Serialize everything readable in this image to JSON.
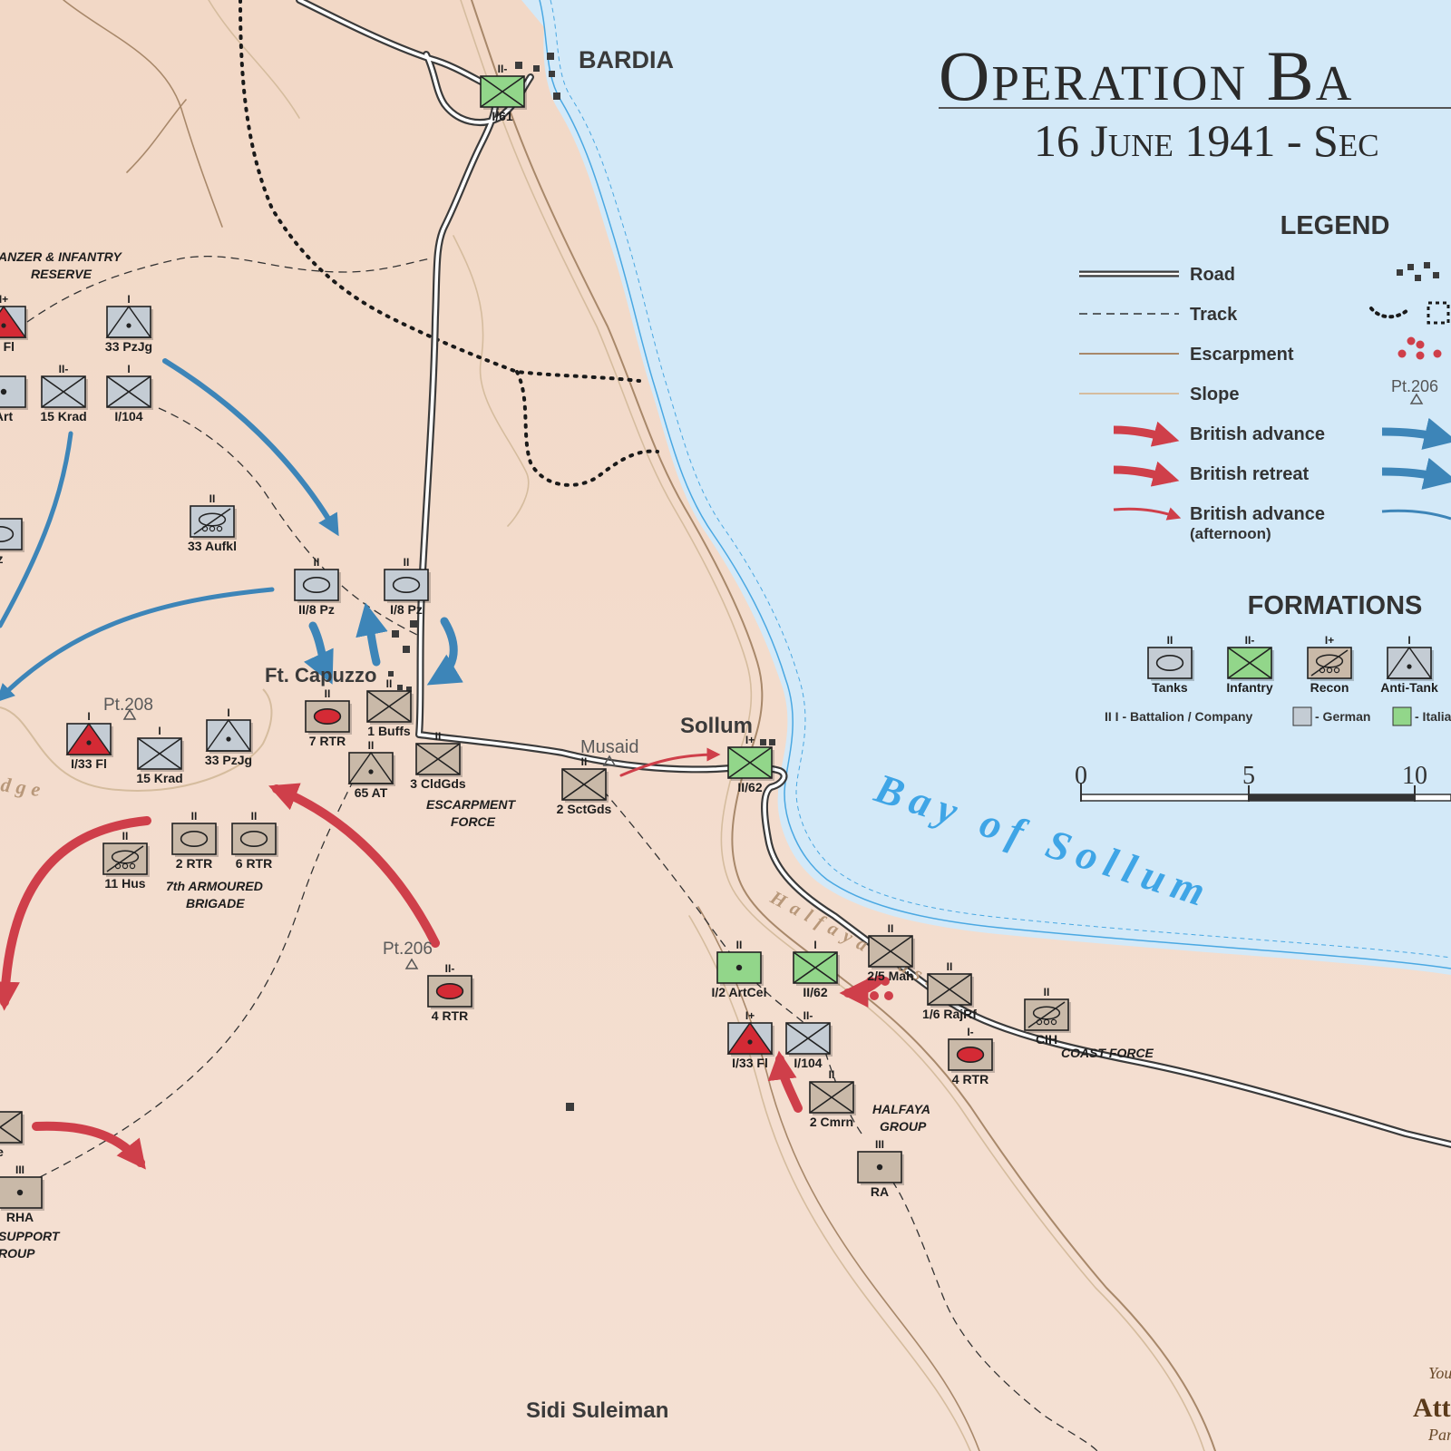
{
  "title": {
    "main": "Operation Ba",
    "subtitle": "16 June 1941 - Sec"
  },
  "legend": {
    "heading": "LEGEND",
    "items": [
      {
        "label": "Road"
      },
      {
        "label": "Track"
      },
      {
        "label": "Escarpment"
      },
      {
        "label": "Slope"
      },
      {
        "label": "British advance"
      },
      {
        "label": "British retreat"
      },
      {
        "label": "British advance",
        "note": "(afternoon)"
      }
    ],
    "pt_sample": "Pt.206",
    "colors": {
      "british": "#cf3f4a",
      "axis": "#3d85b8",
      "road": "#3b3b3b",
      "escarpment": "#a8886a",
      "slope": "#d5bc9e"
    }
  },
  "formations": {
    "heading": "FORMATIONS",
    "types": [
      {
        "label": "Tanks",
        "echelon": "II",
        "fill": "#c4ccd4"
      },
      {
        "label": "Infantry",
        "echelon": "II-",
        "fill": "#92d68a"
      },
      {
        "label": "Recon",
        "echelon": "I+",
        "fill": "#c9b9a8"
      },
      {
        "label": "Anti-Tank",
        "echelon": "I",
        "fill": "#c4ccd4"
      }
    ],
    "key_echelon": "II I - Battalion / Company",
    "key_german": "- German",
    "key_italian": "- Italia",
    "colors": {
      "german": "#c4ccd4",
      "italian": "#92d68a",
      "british": "#c9b9a8"
    }
  },
  "scale": {
    "ticks": [
      "0",
      "5",
      "10"
    ]
  },
  "places": {
    "bardia": "BARDIA",
    "sollum": "Sollum",
    "musaid": "Musaid",
    "capuzzo": "Ft. Capuzzo",
    "sidi_suleiman": "Sidi Suleiman",
    "pt208": "Pt.208",
    "pt206": "Pt.206",
    "bay": "Bay of Sollum",
    "halfaya": "Halfaya Pass",
    "ridge": "dge"
  },
  "group_labels": {
    "reserve_1": "ANZER & INFANTRY",
    "reserve_2": "RESERVE",
    "escarpment_1": "ESCARPMENT",
    "escarpment_2": "FORCE",
    "armoured_1": "7th ARMOURED",
    "armoured_2": "BRIGADE",
    "halfaya_1": "HALFAYA",
    "halfaya_2": "GROUP",
    "coast": "COAST FORCE",
    "support_1": "SUPPORT",
    "support_2": "ROUP"
  },
  "units": [
    {
      "name": "I/61",
      "echelon": "II-",
      "type": "infantry",
      "side": "italian"
    },
    {
      "name": "3 Fl",
      "echelon": "I+",
      "type": "anti-tank",
      "side": "italian-red"
    },
    {
      "name": "33 PzJg",
      "echelon": "I",
      "type": "anti-tank",
      "side": "german"
    },
    {
      "name": "Art",
      "echelon": "",
      "type": "artillery",
      "side": "german"
    },
    {
      "name": "15 Krad",
      "echelon": "II-",
      "type": "infantry",
      "side": "german"
    },
    {
      "name": "I/104",
      "echelon": "I",
      "type": "infantry",
      "side": "german"
    },
    {
      "name": "33 Aufkl",
      "echelon": "II",
      "type": "recon",
      "side": "german"
    },
    {
      "name": "II/8 Pz",
      "echelon": "II",
      "type": "tanks",
      "side": "german"
    },
    {
      "name": "I/8 Pz",
      "echelon": "II",
      "type": "tanks",
      "side": "german"
    },
    {
      "name": "z",
      "echelon": "",
      "type": "tanks",
      "side": "german"
    },
    {
      "name": "7 RTR",
      "echelon": "II",
      "type": "tanks-red",
      "side": "british"
    },
    {
      "name": "1 Buffs",
      "echelon": "II",
      "type": "infantry",
      "side": "british"
    },
    {
      "name": "65 AT",
      "echelon": "II",
      "type": "anti-tank",
      "side": "british"
    },
    {
      "name": "3 CldGds",
      "echelon": "II",
      "type": "infantry",
      "side": "british"
    },
    {
      "name": "2 SctGds",
      "echelon": "II",
      "type": "infantry",
      "side": "british"
    },
    {
      "name": "I/33 Fl",
      "echelon": "I",
      "type": "anti-tank",
      "side": "italian-red"
    },
    {
      "name": "15 Krad",
      "echelon": "I",
      "type": "infantry",
      "side": "german"
    },
    {
      "name": "33 PzJg",
      "echelon": "I",
      "type": "anti-tank",
      "side": "german"
    },
    {
      "name": "11 Hus",
      "echelon": "II",
      "type": "recon",
      "side": "british"
    },
    {
      "name": "2 RTR",
      "echelon": "II",
      "type": "tanks",
      "side": "british"
    },
    {
      "name": "6 RTR",
      "echelon": "II",
      "type": "tanks",
      "side": "british"
    },
    {
      "name": "4 RTR",
      "echelon": "II-",
      "type": "tanks-red",
      "side": "british"
    },
    {
      "name": "II/62",
      "echelon": "I+",
      "type": "infantry",
      "side": "italian"
    },
    {
      "name": "I/2 ArtCel",
      "echelon": "II",
      "type": "artillery",
      "side": "italian"
    },
    {
      "name": "II/62",
      "echelon": "I",
      "type": "infantry",
      "side": "italian"
    },
    {
      "name": "2/5 Mah",
      "echelon": "II",
      "type": "infantry",
      "side": "british"
    },
    {
      "name": "1/6 RajRf",
      "echelon": "II",
      "type": "infantry",
      "side": "british"
    },
    {
      "name": "CIH",
      "echelon": "II",
      "type": "recon",
      "side": "british"
    },
    {
      "name": "4 RTR",
      "echelon": "I-",
      "type": "tanks-red",
      "side": "british"
    },
    {
      "name": "I/33 Fl",
      "echelon": "I+",
      "type": "anti-tank",
      "side": "italian-red"
    },
    {
      "name": "I/104",
      "echelon": "II-",
      "type": "infantry",
      "side": "german"
    },
    {
      "name": "2 Cmrn",
      "echelon": "II",
      "type": "infantry",
      "side": "british"
    },
    {
      "name": "RA",
      "echelon": "III",
      "type": "artillery",
      "side": "british"
    },
    {
      "name": "e",
      "echelon": "",
      "type": "infantry",
      "side": "british"
    },
    {
      "name": "RHA",
      "echelon": "III",
      "type": "artillery",
      "side": "british"
    }
  ],
  "credit": {
    "line1": "You",
    "line2": "Att",
    "line3": "Par"
  }
}
